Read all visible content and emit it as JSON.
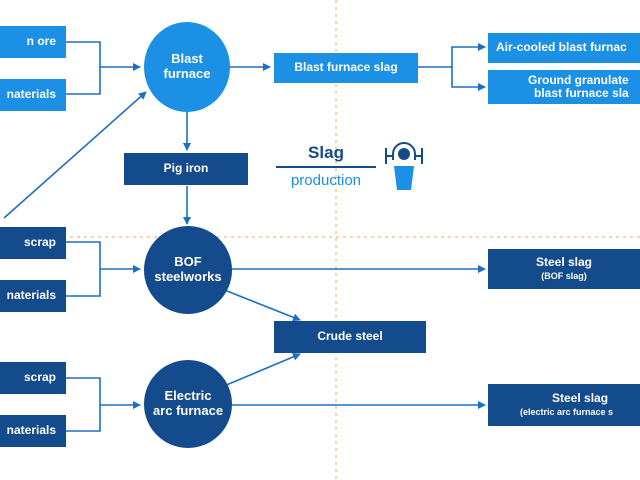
{
  "diagram": {
    "title": "Slag",
    "subtitle": "production",
    "colors": {
      "light_blue": "#1c90e4",
      "dark_blue": "#144b8c",
      "guide_line": "#e9b04a"
    },
    "icon": "slag-ladle-icon",
    "inputs": {
      "iron_ore": "n ore",
      "bf_materials": "naterials",
      "bof_scrap": "scrap",
      "bof_materials": "naterials",
      "eaf_scrap": "scrap",
      "eaf_materials": "naterials"
    },
    "processes": {
      "blast_furnace": [
        "Blast",
        "furnace"
      ],
      "bof": [
        "BOF",
        "steelworks"
      ],
      "eaf": [
        "Electric",
        "arc furnace"
      ]
    },
    "intermediates": {
      "pig_iron": "Pig iron",
      "crude_steel": "Crude steel",
      "bf_slag": "Blast furnace slag"
    },
    "outputs": {
      "air_cooled": "Air-cooled blast furnac",
      "ground_granulated": [
        "Ground granulate",
        "blast furnace sla"
      ],
      "bof_slag": {
        "title": "Steel slag",
        "sub": "(BOF slag)"
      },
      "eaf_slag": {
        "title": "Steel slag",
        "sub": "(electric arc furnace s"
      }
    }
  }
}
